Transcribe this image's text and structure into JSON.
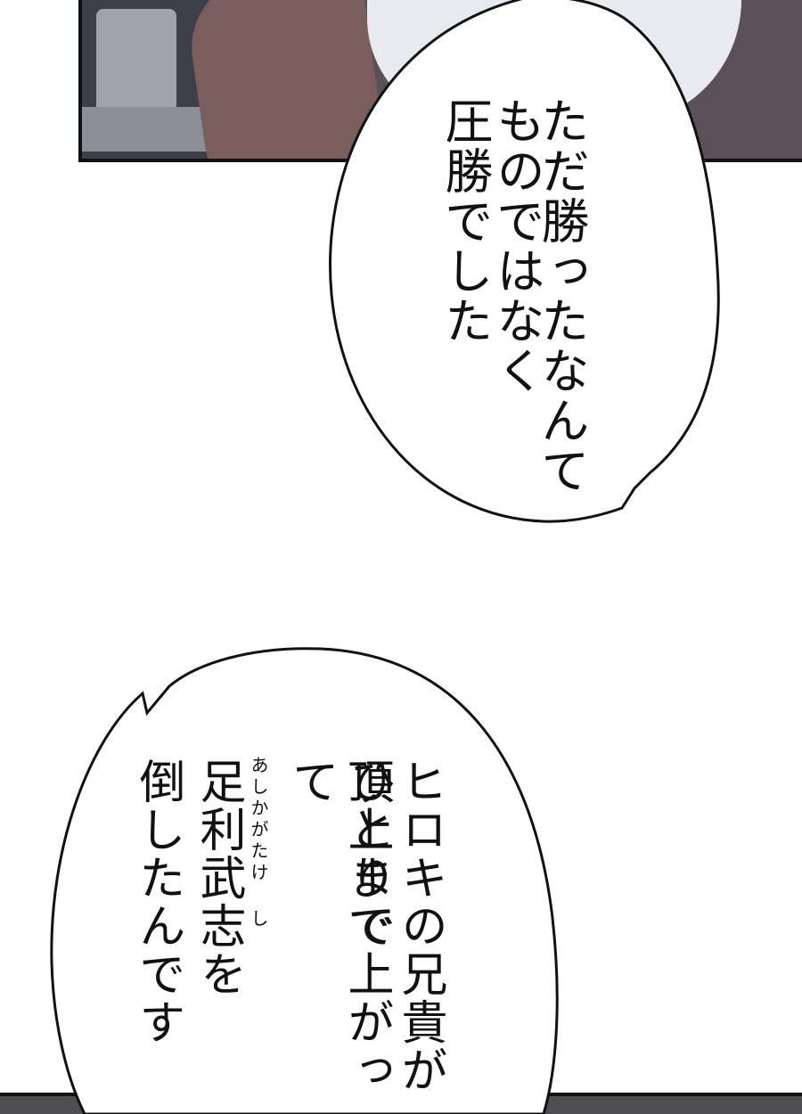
{
  "bubble_top": {
    "lines": [
      "ただ勝ったなんて",
      "ものではなく",
      "圧勝でした"
    ]
  },
  "bubble_bottom": {
    "lines": [
      "ヒロキの兄貴が",
      "ひとりで",
      "頂上まで上がって",
      "足利武志を",
      "倒したんです"
    ],
    "ruby": [
      "あしかがたけ",
      "し"
    ]
  }
}
